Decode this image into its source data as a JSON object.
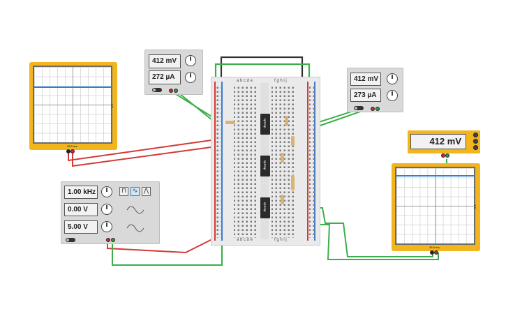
{
  "canvas": {
    "background": "#ffffff"
  },
  "oscilloscope_left": {
    "time_label": "10.0 ms",
    "volts_label": "1 V"
  },
  "oscilloscope_right": {
    "time_label": "10.0 ms",
    "volts_label": "1 V"
  },
  "power_supply_top": {
    "voltage": "412 mV",
    "current": "272 µA"
  },
  "power_supply_right": {
    "voltage": "412 mV",
    "current": "273 µA"
  },
  "multimeter": {
    "reading": "412 mV"
  },
  "function_generator": {
    "frequency": "1.00 kHz",
    "amplitude": "0.00 V",
    "dc_offset": "5.00 V",
    "waveforms": [
      "square",
      "sine",
      "triangle"
    ],
    "selected_waveform": "sine"
  },
  "breadboard": {
    "column_letters_left": "a b c d e",
    "column_letters_right": "f g h i j",
    "chips": [
      "opAmp",
      "opAmp",
      "opAmp"
    ]
  },
  "colors": {
    "wire_green": "#3cae4a",
    "wire_red": "#d23a37",
    "wire_black": "#222222",
    "scope_body": "#f2b51d",
    "trace": "#2f7fd6"
  }
}
